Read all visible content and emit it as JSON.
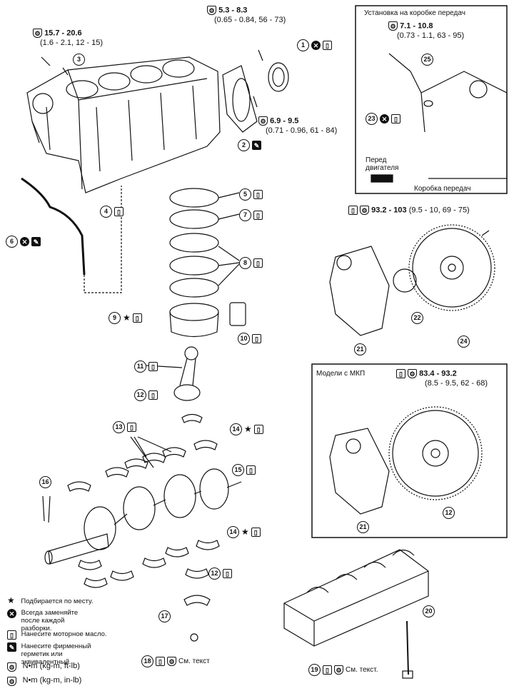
{
  "torques": {
    "t1": {
      "nm": "5.3 - 8.3",
      "alt": "(0.65 - 0.84, 56 - 73)"
    },
    "t2": {
      "nm": "15.7 - 20.6",
      "alt": "(1.6 - 2.1, 12 - 15)"
    },
    "t3": {
      "nm": "6.9 - 9.5",
      "alt": "(0.71 - 0.96, 61 - 84)"
    },
    "t4": {
      "nm": "7.1 - 10.8",
      "alt": "(0.73 - 1.1, 63 - 95)"
    },
    "t5": {
      "nm": "93.2 - 103",
      "alt": "(9.5 - 10, 69 - 75)"
    },
    "t6": {
      "nm": "83.4 - 93.2",
      "alt": "(8.5 - 9.5, 62 - 68)"
    }
  },
  "inset_gearbox": {
    "title": "Установка на коробке передач",
    "front_label": "Перед двигателя",
    "gearbox_label": "Коробка передач"
  },
  "inset_mt": {
    "title": "Модели с МКП"
  },
  "callouts": {
    "n1": "1",
    "n2": "2",
    "n3": "3",
    "n4": "4",
    "n5": "5",
    "n6": "6",
    "n7": "7",
    "n8": "8",
    "n9": "9",
    "n10": "10",
    "n11": "11",
    "n12": "12",
    "n13": "13",
    "n14": "14",
    "n15": "15",
    "n16": "16",
    "n17": "17",
    "n18": "18",
    "n19": "19",
    "n20": "20",
    "n21": "21",
    "n22": "22",
    "n23": "23",
    "n24": "24",
    "n25": "25"
  },
  "see_text": {
    "a": "См. текст",
    "b": "См. текст."
  },
  "legend": {
    "star": "Подбирается по месту.",
    "replace": "Всегда заменяйте после каждой разборки.",
    "oil": "Нанесите моторное масло.",
    "sealant": "Нанесите фирменный герметик или эквивалентный.",
    "nm1": "N•m (kg-m, ft-lb)",
    "nm2": "N•m (kg-m, in-lb)"
  },
  "icons": [
    "replace-icon",
    "oil-icon",
    "sealant-icon",
    "torque-icon",
    "star-icon"
  ]
}
